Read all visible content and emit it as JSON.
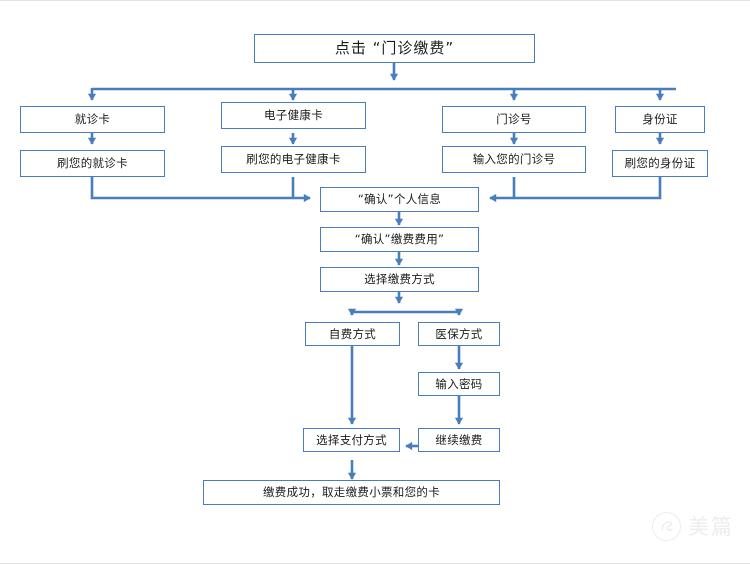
{
  "page": {
    "background_color": "#ffffff",
    "line_color": "#4a7ebb",
    "box_border_color": "#4a7ebb",
    "text_color": "#1b1b1b",
    "watermark_color": "#ededed"
  },
  "flowchart": {
    "type": "flowchart",
    "orientation": "top-to-bottom",
    "title_node": {
      "id": "start",
      "label": "点击 “门诊缴费”"
    },
    "identity_options": [
      {
        "id": "opt-card",
        "label": "就诊卡",
        "action_label": "刷您的就诊卡"
      },
      {
        "id": "opt-ehealth",
        "label": "电子健康卡",
        "action_label": "刷您的电子健康卡"
      },
      {
        "id": "opt-outpatient-no",
        "label": "门诊号",
        "action_label": "输入您的门诊号"
      },
      {
        "id": "opt-id-card",
        "label": "身份证",
        "action_label": "刷您的身份证"
      }
    ],
    "main_chain": [
      {
        "id": "confirm-info",
        "label": "“确认”个人信息"
      },
      {
        "id": "confirm-fee",
        "label": "“确认”缴费费用”"
      },
      {
        "id": "choose-pay-type",
        "label": "选择缴费方式"
      }
    ],
    "branches": [
      {
        "id": "self-pay",
        "label": "自费方式",
        "steps": []
      },
      {
        "id": "insurance-pay",
        "label": "医保方式",
        "steps": [
          {
            "id": "input-password",
            "label": "输入密码"
          },
          {
            "id": "continue-pay",
            "label": "继续缴费"
          }
        ]
      }
    ],
    "merge_node": {
      "id": "choose-pay-method",
      "label": "选择支付方式"
    },
    "end_node": {
      "id": "done",
      "label": "缴费成功，取走缴费小票和您的卡"
    }
  },
  "watermark": {
    "brand": "美篇",
    "logo_name": "meipian-logo-icon"
  }
}
